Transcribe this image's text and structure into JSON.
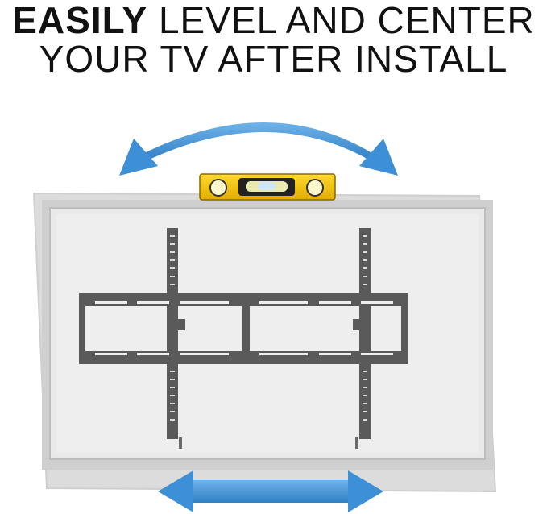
{
  "headline": {
    "bold_word": "EASILY",
    "rest_line1": " LEVEL AND CENTER",
    "line2": "YOUR TV AFTER INSTALL"
  },
  "colors": {
    "arrow_blue": "#3d8fd6",
    "level_yellow": "#f5c400",
    "tv_panel": "#e8e8e8",
    "tv_frame": "#c9c9c9",
    "bracket": "#5a5a5a"
  },
  "icons": {
    "top_arrow": "curved-double-arrow-icon",
    "bottom_arrow": "horizontal-double-arrow-icon",
    "level": "bubble-level-icon"
  }
}
